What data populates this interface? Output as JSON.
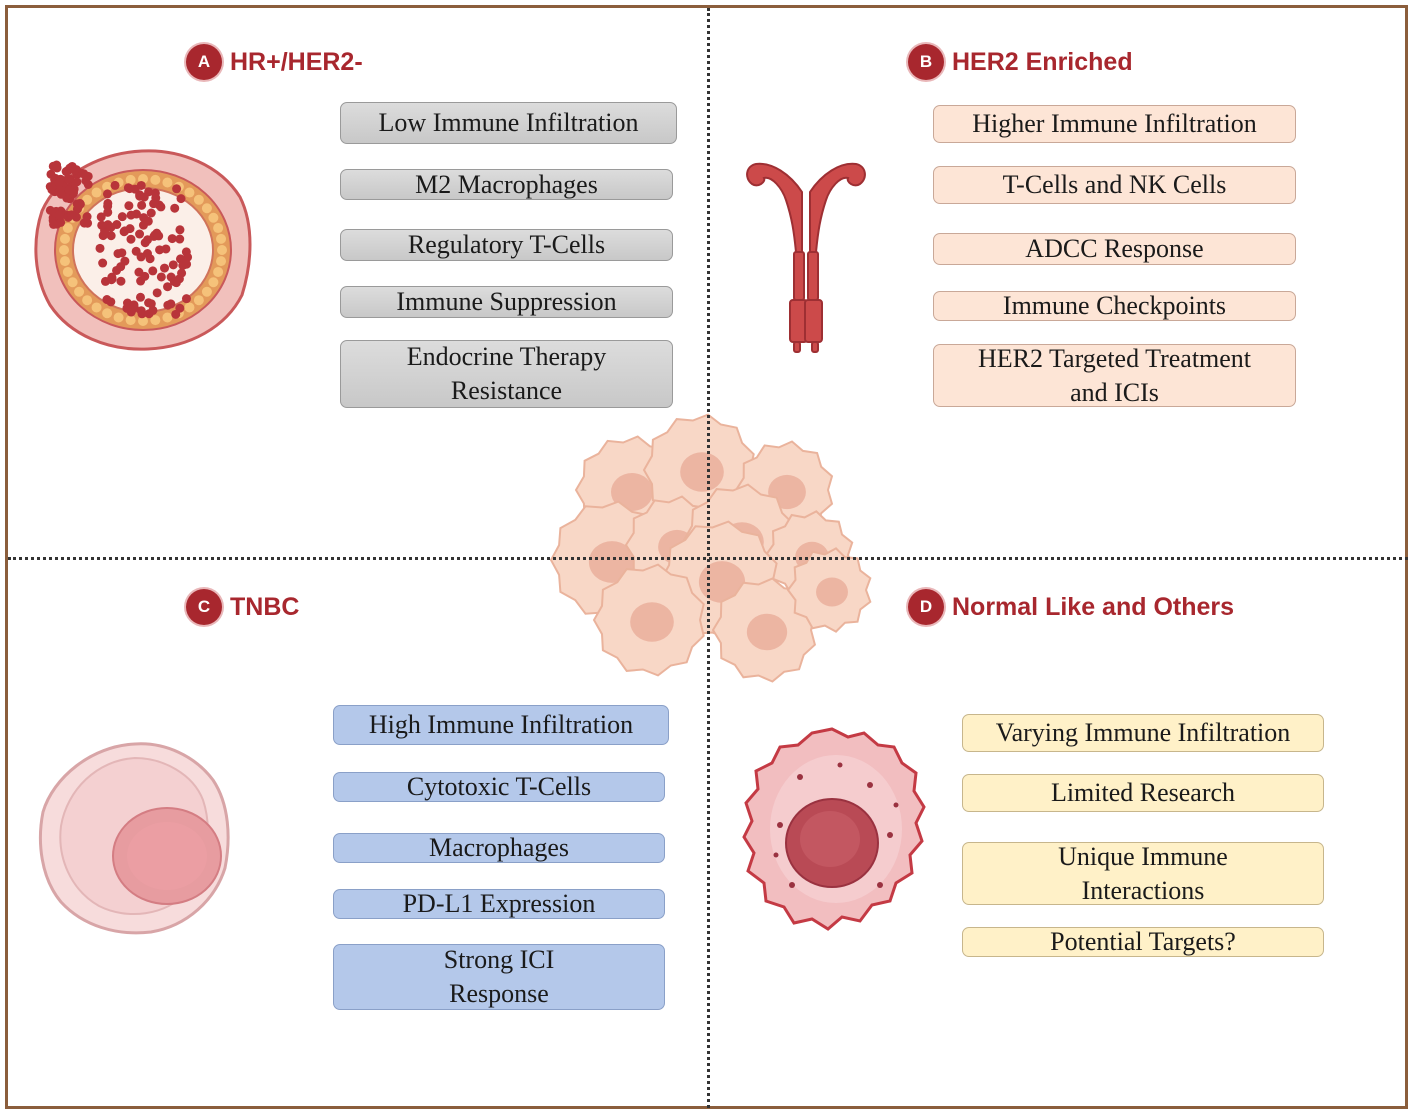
{
  "colors": {
    "accent": "#a8272e",
    "grey_box": "#d4d4d4",
    "peach_box": "#fde5d6",
    "blue_box": "#b4c8ea",
    "yellow_box": "#fff1c8",
    "frame": "#8b5e3c"
  },
  "quadrants": {
    "a": {
      "badge": "A",
      "title": "HR+/HER2-",
      "icon": "duct-tissue-icon",
      "items": [
        "Low Immune Infiltration",
        "M2 Macrophages",
        "Regulatory T-Cells",
        "Immune Suppression",
        "Endocrine Therapy\nResistance"
      ]
    },
    "b": {
      "badge": "B",
      "title": "HER2 Enriched",
      "icon": "her2-receptor-icon",
      "items": [
        "Higher Immune Infiltration",
        "T-Cells and NK Cells",
        "ADCC Response",
        "Immune Checkpoints",
        "HER2 Targeted Treatment\nand ICIs"
      ]
    },
    "c": {
      "badge": "C",
      "title": "TNBC",
      "icon": "cancer-cell-icon",
      "items": [
        "High Immune Infiltration",
        "Cytotoxic T-Cells",
        "Macrophages",
        "PD-L1 Expression",
        "Strong ICI\nResponse"
      ]
    },
    "d": {
      "badge": "D",
      "title": "Normal Like and Others",
      "icon": "tumor-cell-icon",
      "items": [
        "Varying Immune Infiltration",
        "Limited Research",
        "Unique Immune\nInteractions",
        "Potential Targets?"
      ]
    }
  },
  "center_icon": "tumor-cell-cluster-icon"
}
